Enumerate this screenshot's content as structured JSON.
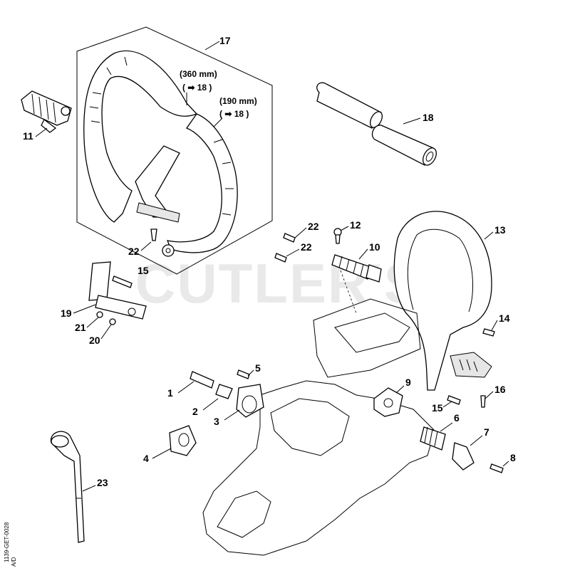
{
  "watermark": "CUTLER'S",
  "doc_code": "1139-GET-0028",
  "doc_code_small": "A/D",
  "notes": [
    {
      "id": "n360a",
      "text": "(360 mm)"
    },
    {
      "id": "n360b",
      "text": "( ➡ 18 )"
    },
    {
      "id": "n190a",
      "text": "(190 mm)"
    },
    {
      "id": "n190b",
      "text": "( ➡ 18 )"
    }
  ],
  "callouts": [
    "17",
    "11",
    "18",
    "22",
    "22",
    "12",
    "22",
    "10",
    "13",
    "15",
    "19",
    "21",
    "20",
    "14",
    "5",
    "9",
    "16",
    "1",
    "2",
    "3",
    "15",
    "6",
    "7",
    "4",
    "8",
    "23"
  ]
}
